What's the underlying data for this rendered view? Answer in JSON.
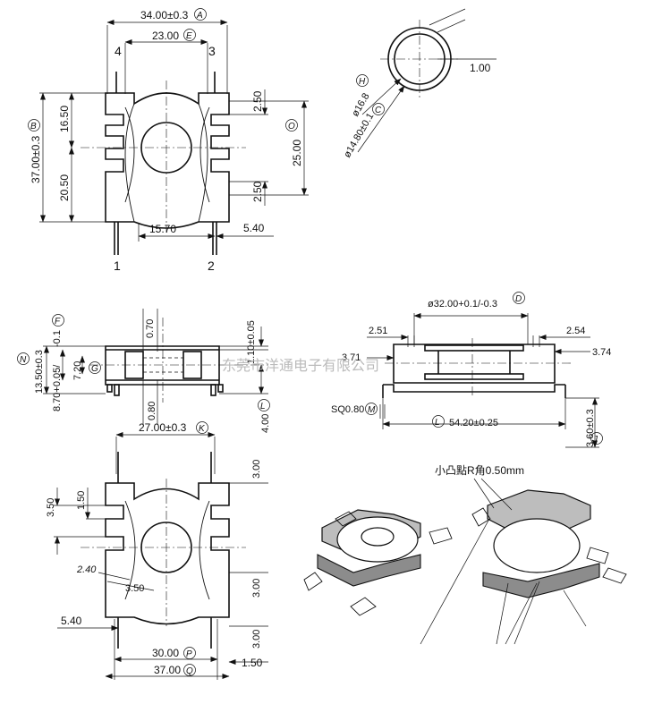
{
  "top_view": {
    "overall_width": "34.00±0.3",
    "overall_width_ref": "A",
    "inner_width": "23.00",
    "inner_width_ref": "E",
    "overall_height": "37.00±0.3",
    "overall_height_ref": "B",
    "upper_height": "16.50",
    "lower_height": "20.50",
    "slot_top": "2.50",
    "slot_bottom": "2.50",
    "slot_span": "25.00",
    "slot_span_ref": "O",
    "pin_offset": "15.70",
    "pin_width": "5.40",
    "pins": [
      "4",
      "3",
      "1",
      "2"
    ]
  },
  "bobbin_section": {
    "wall": "1.00",
    "inner_dia": "ø16.8",
    "inner_dia_ref": "H",
    "outer_dia": "ø14.80±0.1",
    "outer_dia_ref": "C"
  },
  "side_view": {
    "height": "13.50±0.3",
    "height_ref": "N",
    "tol": "-0.1",
    "tol_ref": "F",
    "inner": "8.70+0.05/",
    "mid": "7.20",
    "mid_ref": "G",
    "top_gap": "0.70",
    "bottom_gap": "0.80",
    "flange": "1.10±0.05",
    "pin_length": "4.00",
    "pin_length_ref": "L"
  },
  "front_view": {
    "flange_dia": "ø32.00+0.1/-0.3",
    "flange_dia_ref": "D",
    "left_offset": "2.51",
    "right_offset": "2.54",
    "left_pin": "3.71",
    "right_pin": "3.74",
    "pin_square": "SQ0.80",
    "pin_square_ref": "M",
    "pin_span": "54.20±0.25",
    "pin_span_ref": "L",
    "pin_height": "3.60±0.3",
    "pin_height_ref": "J"
  },
  "bottom_view": {
    "width": "27.00±0.3",
    "width_ref": "K",
    "dim_300_a": "3.00",
    "dim_350": "3.50",
    "dim_150": "1.50",
    "dim_240": "2.40",
    "dim_350_b": "3.50",
    "dim_300_b": "3.00",
    "dim_540": "5.40",
    "dim_300_c": "3.00",
    "width_30": "30.00",
    "width_30_ref": "P",
    "width_37": "37.00",
    "width_37_ref": "Q",
    "dim_150_b": "1.50"
  },
  "iso_view": {
    "note": "小凸點R角0.50mm"
  },
  "watermark": "东莞市洋通电子有限公司"
}
